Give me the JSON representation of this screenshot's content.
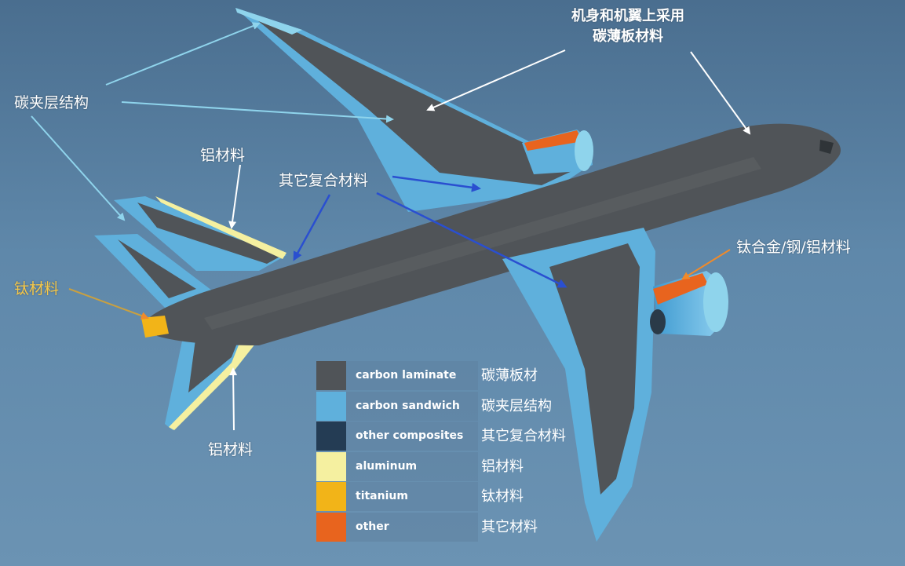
{
  "colors": {
    "carbon_laminate": "#505458",
    "carbon_sandwich": "#5fb0dc",
    "other_composites": "#243c54",
    "aluminum": "#f5f0a0",
    "titanium": "#f2b418",
    "other": "#e8641e"
  },
  "callouts": {
    "fuselage_wing_line1": "机身和机翼上采用",
    "fuselage_wing_line2": "碳薄板材料",
    "carbon_sandwich": "碳夹层结构",
    "aluminum_top": "铝材料",
    "other_composites": "其它复合材料",
    "titanium_alloy": "钛合金/钢/铝材料",
    "titanium": "钛材料",
    "aluminum_bottom": "铝材料"
  },
  "legend": [
    {
      "en": "carbon laminate",
      "zh": "碳薄板材",
      "color": "#505458"
    },
    {
      "en": "carbon sandwich",
      "zh": "碳夹层结构",
      "color": "#5fb0dc"
    },
    {
      "en": "other composites",
      "zh": "其它复合材料",
      "color": "#243c54"
    },
    {
      "en": "aluminum",
      "zh": "铝材料",
      "color": "#f5f0a0"
    },
    {
      "en": "titanium",
      "zh": "钛材料",
      "color": "#f2b418"
    },
    {
      "en": "other",
      "zh": "其它材料",
      "color": "#e8641e"
    }
  ]
}
